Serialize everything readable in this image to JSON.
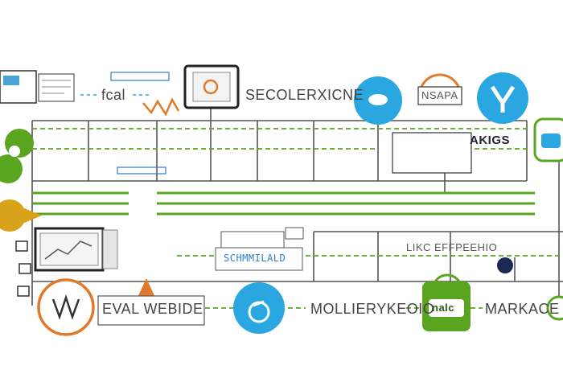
{
  "labels": {
    "top_left": "fcal",
    "top_center": "SECOLERXICNE",
    "banner_small": "NSAPA",
    "right_box": "AKIGS",
    "mid_small": "SCHMMILALD",
    "mid_right": "LIKC EFFPEEHIO",
    "bottom_left": "EVAL WEBIDE",
    "bottom_mid": "MOLLIERYKEOIO",
    "bottom_badge": "nalc",
    "bottom_right": "MARKACE"
  },
  "colors": {
    "green": "#5aa51f",
    "blue": "#2aa6e0",
    "orange": "#e07a2a",
    "line": "#555555",
    "gold": "#d9a21b"
  },
  "icons": [
    "dashboard-screen-icon",
    "tablet-icon",
    "chat-bubble-icon",
    "tools-icon",
    "monitor-chart-icon",
    "globe-icon",
    "shopping-bag-icon",
    "money-bag-icon",
    "leaf-icon"
  ]
}
